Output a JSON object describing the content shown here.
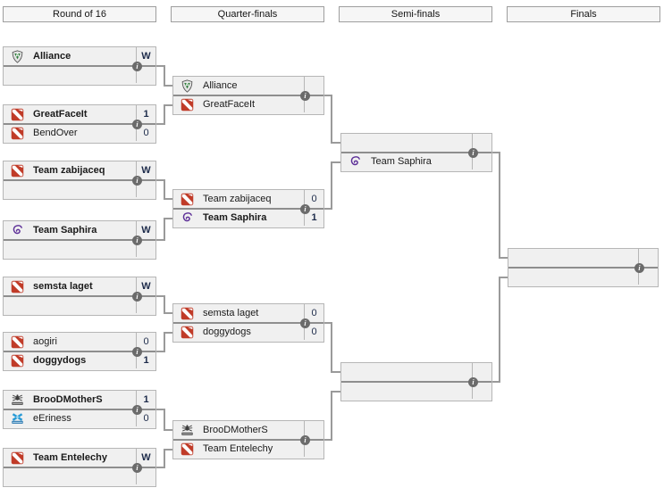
{
  "rounds": [
    "Round of 16",
    "Quarter-finals",
    "Semi-finals",
    "Finals"
  ],
  "glyphs": {
    "info": "i"
  },
  "icons": {
    "info": "circled letter i (match details)",
    "alliance": "gray shield badge with green triangle and white A",
    "dota2": "red square with white diagonal slash (default Dota 2 team logo)",
    "saphira": "purple dragon swirl outline",
    "broodmothers": "dark spider emblem above name banner",
    "eeriness": "blue X emblem above name banner"
  },
  "colors": {
    "box_fill": "#f0f0f0",
    "box_border": "#b6b6b6",
    "slot_divider": "#8e8e8e",
    "connector": "#9a9a9a",
    "header_fill": "#f6f6f6",
    "info_icon": "#6b6b6b",
    "score_text": "#1d2b4a",
    "dota_red": "#c03b28",
    "alliance_green": "#2f7d3b",
    "saphira_purple": "#5c2e97",
    "eeriness_blue": "#2a9bd6"
  },
  "bracket": {
    "r16": [
      {
        "top": {
          "name": "Alliance",
          "score": "W",
          "winner": true
        },
        "bottom": {
          "name": "",
          "score": "",
          "winner": false
        }
      },
      {
        "top": {
          "name": "GreatFaceIt",
          "score": "1",
          "winner": true
        },
        "bottom": {
          "name": "BendOver",
          "score": "0",
          "winner": false
        }
      },
      {
        "top": {
          "name": "Team zabijaceq",
          "score": "W",
          "winner": true
        },
        "bottom": {
          "name": "",
          "score": "",
          "winner": false
        }
      },
      {
        "top": {
          "name": "Team Saphira",
          "score": "W",
          "winner": true
        },
        "bottom": {
          "name": "",
          "score": "",
          "winner": false
        }
      },
      {
        "top": {
          "name": "semsta laget",
          "score": "W",
          "winner": true
        },
        "bottom": {
          "name": "",
          "score": "",
          "winner": false
        }
      },
      {
        "top": {
          "name": "aogiri",
          "score": "0",
          "winner": false
        },
        "bottom": {
          "name": "doggydogs",
          "score": "1",
          "winner": true
        }
      },
      {
        "top": {
          "name": "BrooDMotherS",
          "score": "1",
          "winner": true
        },
        "bottom": {
          "name": "eEriness",
          "score": "0",
          "winner": false
        }
      },
      {
        "top": {
          "name": "Team Entelechy",
          "score": "W",
          "winner": true
        },
        "bottom": {
          "name": "",
          "score": "",
          "winner": false
        }
      }
    ],
    "qf": [
      {
        "top": {
          "name": "Alliance",
          "score": "",
          "winner": false
        },
        "bottom": {
          "name": "GreatFaceIt",
          "score": "",
          "winner": false
        }
      },
      {
        "top": {
          "name": "Team zabijaceq",
          "score": "0",
          "winner": false
        },
        "bottom": {
          "name": "Team Saphira",
          "score": "1",
          "winner": true
        }
      },
      {
        "top": {
          "name": "semsta laget",
          "score": "0",
          "winner": false
        },
        "bottom": {
          "name": "doggydogs",
          "score": "0",
          "winner": false
        }
      },
      {
        "top": {
          "name": "BrooDMotherS",
          "score": "",
          "winner": false
        },
        "bottom": {
          "name": "Team Entelechy",
          "score": "",
          "winner": false
        }
      }
    ],
    "sf": [
      {
        "top": {
          "name": "",
          "score": "",
          "winner": false
        },
        "bottom": {
          "name": "Team Saphira",
          "score": "",
          "winner": false
        }
      },
      {
        "top": {
          "name": "",
          "score": "",
          "winner": false
        },
        "bottom": {
          "name": "",
          "score": "",
          "winner": false
        }
      }
    ],
    "f": [
      {
        "top": {
          "name": "",
          "score": "",
          "winner": false
        },
        "bottom": {
          "name": "",
          "score": "",
          "winner": false
        }
      }
    ]
  }
}
